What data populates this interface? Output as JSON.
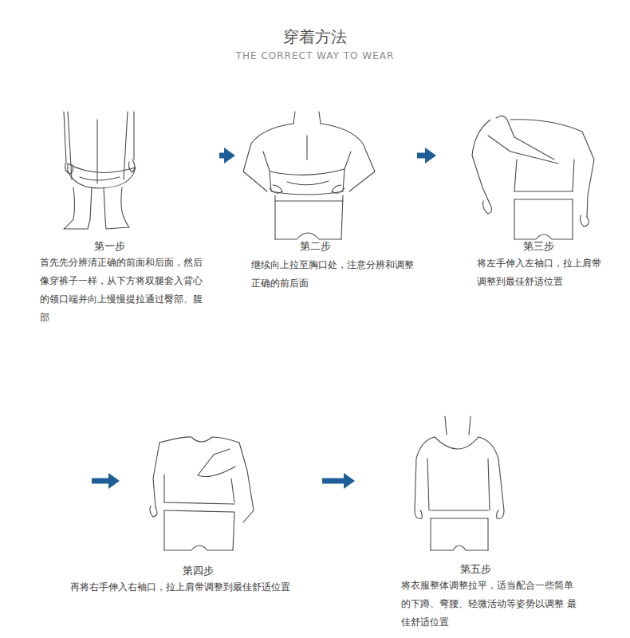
{
  "diagram": {
    "title": "穿着方法",
    "nodes": [
      {
        "text": [
          "第一步",
          "首先先分辨清正确的前面和后面，然后 像穿裤子一样，从下方将双腿套入背心 的领口端并向上慢慢提拉通过臀部、腹部"
        ]
      },
      {
        "text": [
          "第二步",
          "继续向上拉至胸口处，注意分辨和调整 正确的前后面"
        ]
      },
      {
        "text": [
          "第三步",
          "将左手伸入左袖口，拉上肩带 调整到最佳舒适位置"
        ]
      },
      {
        "text": [
          "第四步",
          "再将右手伸入右袖口，拉上肩带调整到最佳舒适位置"
        ]
      },
      {
        "text": [
          "第五步",
          "将衣服整体调整拉平，适当配合一些简单 的下蹲、弯腰、轻微活动等姿势以调整 最佳舒适位置"
        ]
      }
    ],
    "edges": [
      {
        "from": 0,
        "to": 1,
        "arrow": "to"
      },
      {
        "from": 1,
        "to": 2,
        "arrow": "to"
      },
      {
        "from": 3,
        "to": 4,
        "arrow": "to"
      }
    ],
    "labels": [
      "THE CORRECT WAY TO WEAR"
    ]
  }
}
